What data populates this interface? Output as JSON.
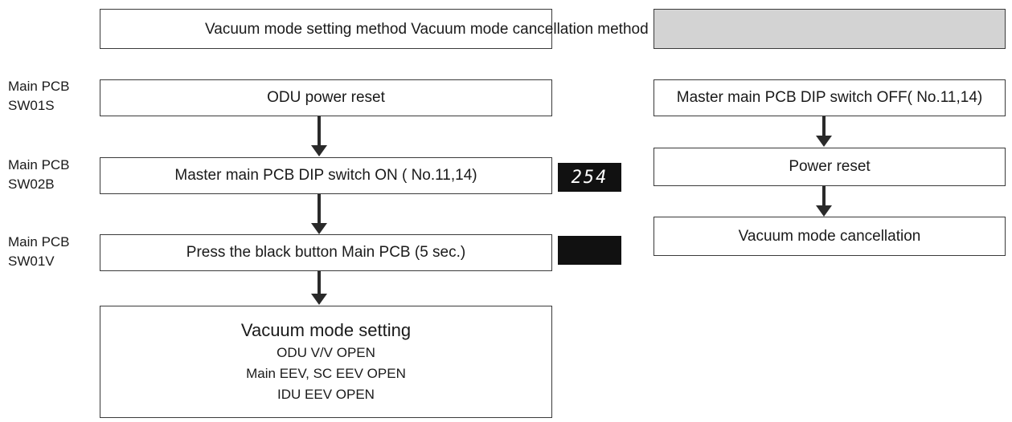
{
  "header": {
    "text": "Vacuum mode setting method Vacuum mode cancellation method"
  },
  "left": {
    "steps": [
      {
        "label_line1": "Main PCB",
        "label_line2": "SW01S",
        "text": "ODU power reset"
      },
      {
        "label_line1": "Main PCB",
        "label_line2": "SW02B",
        "text": "Master main PCB DIP switch ON ( No.11,14)"
      },
      {
        "label_line1": "Main PCB",
        "label_line2": "SW01V",
        "text": "Press the black button Main PCB (5 sec.)"
      }
    ],
    "display_value": "254",
    "result": {
      "title": "Vacuum mode setting",
      "lines": [
        "ODU V/V OPEN",
        "Main EEV, SC EEV OPEN",
        "IDU EEV OPEN"
      ]
    }
  },
  "right": {
    "steps": [
      "Master main PCB DIP switch OFF( No.11,14)",
      "Power reset",
      "Vacuum mode cancellation"
    ]
  }
}
